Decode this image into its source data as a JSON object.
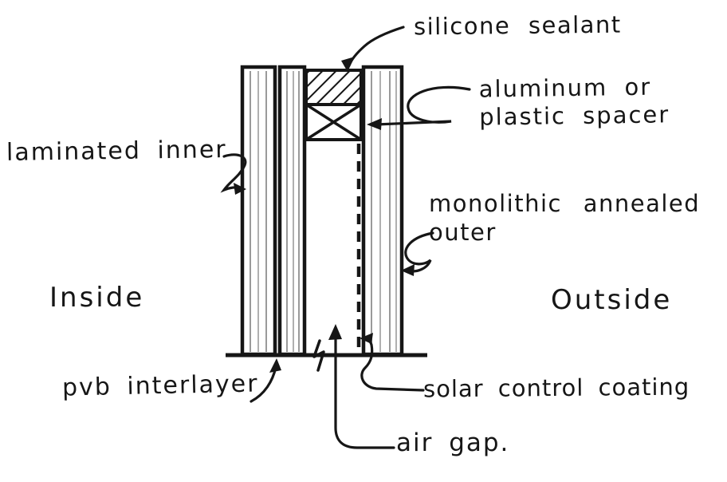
{
  "diagram": {
    "type": "hand-drawn construction detail sketch",
    "subject": "insulated glazing unit section",
    "colors": {
      "ink": "#161616",
      "glass_shading_line": "#9a9a9a",
      "background": "#ffffff"
    },
    "components": [
      "laminated inner lite (two glass plies)",
      "pvb interlayer",
      "silicone sealant (hatched)",
      "aluminum or plastic spacer (x-box)",
      "air gap cavity",
      "solar control coating (dashed line)",
      "monolithic annealed outer lite",
      "sill base line with break mark"
    ]
  },
  "labels": {
    "silicone_sealant": "silicone sealant",
    "spacer_line1": "aluminum or",
    "spacer_line2": "plastic spacer",
    "laminated_inner": "laminated inner",
    "monolithic_line1": "monolithic annealed",
    "monolithic_line2": "outer",
    "inside": "Inside",
    "outside": "Outside",
    "pvb_interlayer": "pvb interlayer",
    "solar_control": "solar control coating",
    "air_gap": "air gap."
  }
}
